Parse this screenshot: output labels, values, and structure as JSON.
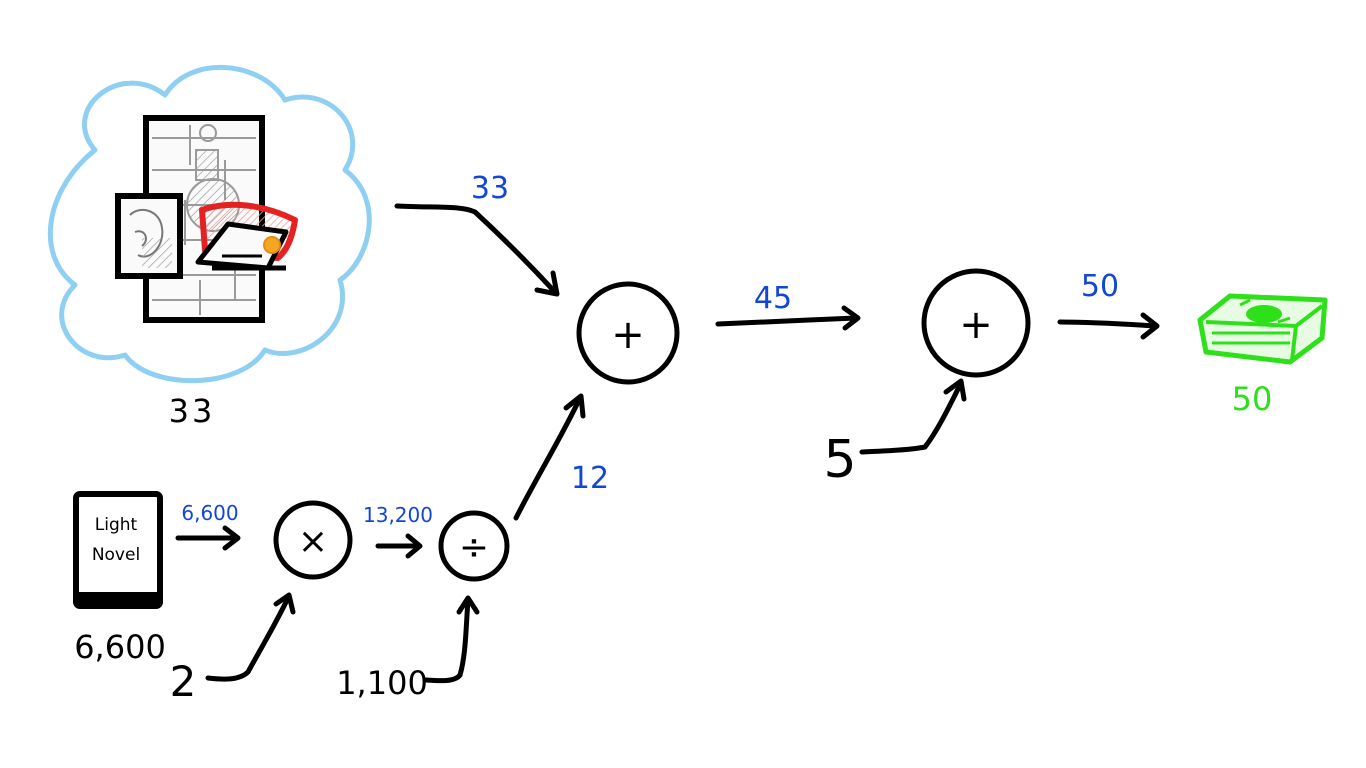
{
  "colors": {
    "ink": "#000000",
    "flow_label": "#1446d6",
    "cloud": "#8fd0f2",
    "money": "#2ee01a",
    "highlight_red": "#e52222",
    "highlight_orange": "#f5a623"
  },
  "icons": [
    "cloud-icon",
    "artwork-thumbnails-icon",
    "book-icon",
    "money-stack-icon"
  ],
  "inputs": {
    "cloud_value": "33",
    "book_title_line1": "Light",
    "book_title_line2": "Novel",
    "book_value": "6,600",
    "multiplier": "2",
    "divisor": "1,100",
    "addend": "5"
  },
  "operators": {
    "multiply": "×",
    "divide": "÷",
    "add_first": "+",
    "add_second": "+"
  },
  "flow_labels": {
    "cloud_to_add": "33",
    "book_to_multiply": "6,600",
    "multiply_to_divide": "13,200",
    "divide_to_add": "12",
    "add_to_add": "45",
    "add_to_result": "50"
  },
  "result": {
    "value": "50"
  }
}
